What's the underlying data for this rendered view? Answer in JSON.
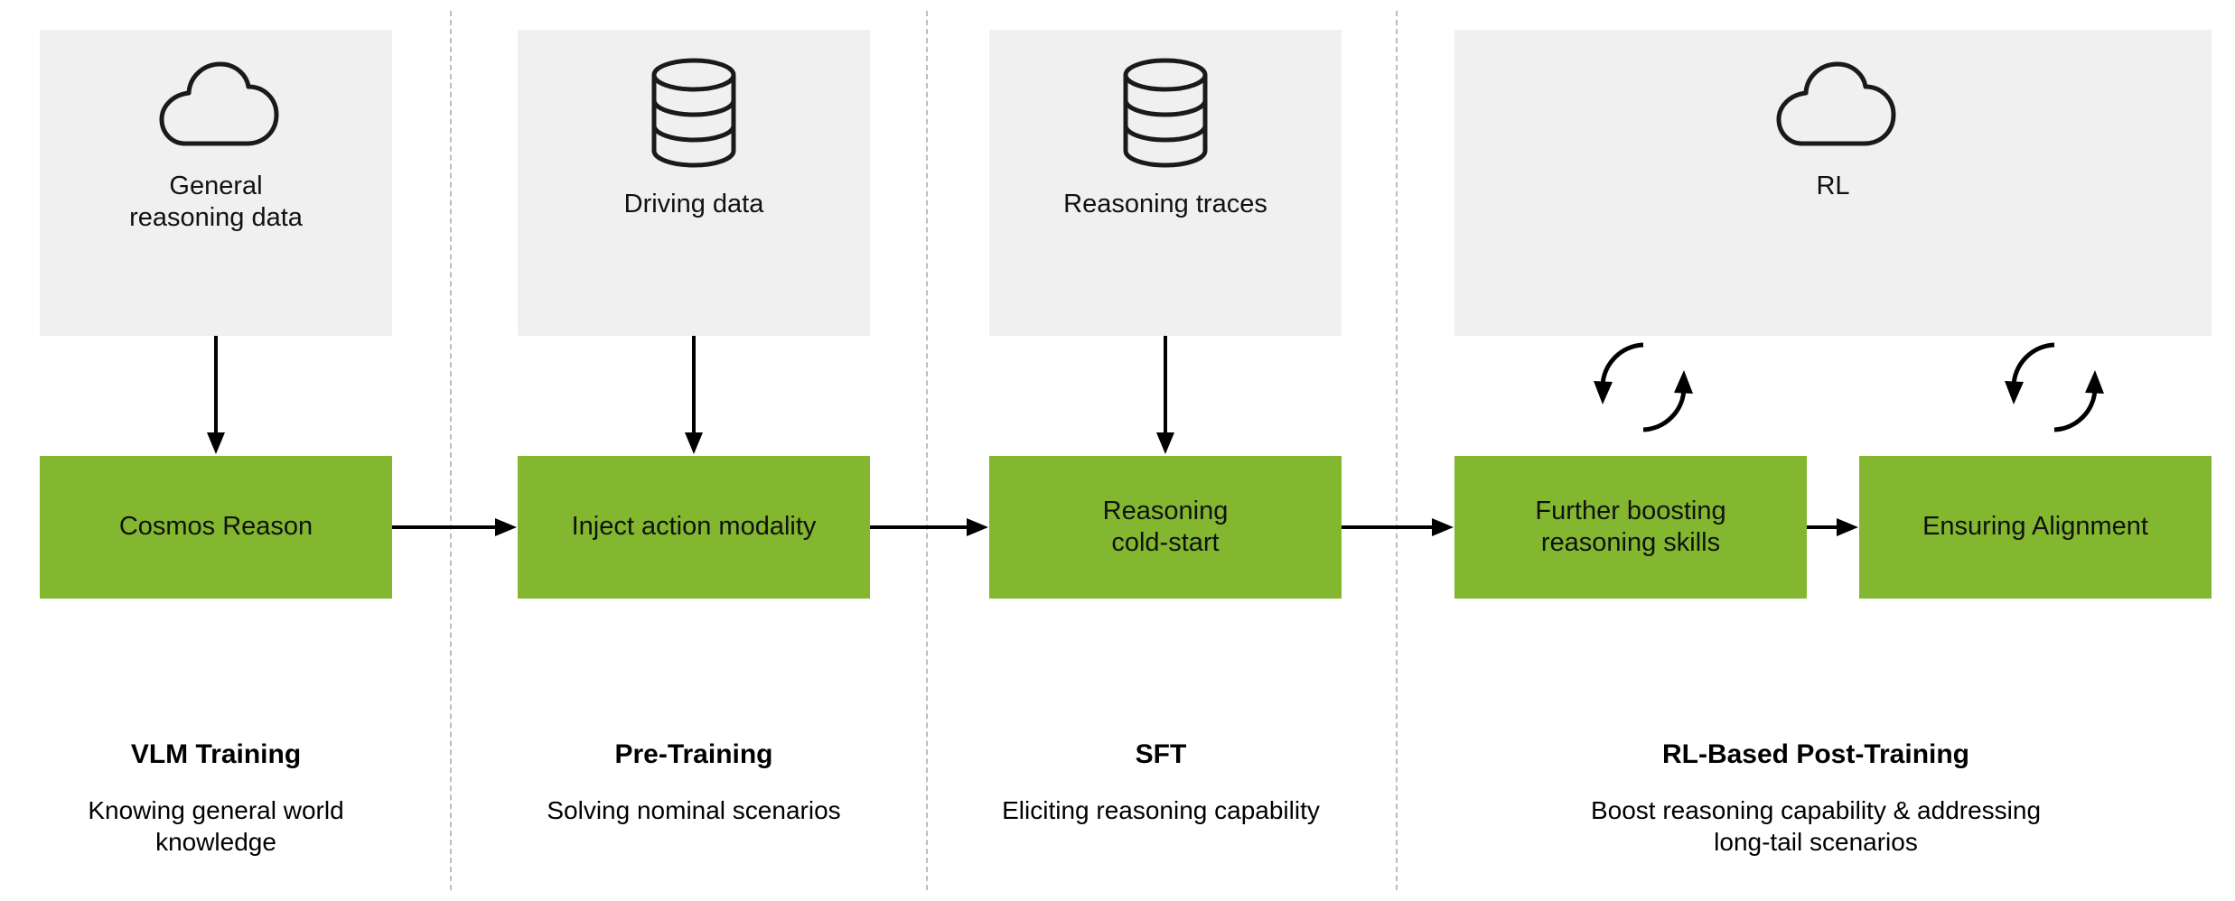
{
  "colors": {
    "source_box_bg": "#f0f0f0",
    "stage_box_bg": "#82b72f",
    "divider": "#bdbdbd",
    "text": "#111111",
    "stroke": "#1a1a1a"
  },
  "sources": [
    {
      "icon": "cloud-icon",
      "label": "General\nreasoning data"
    },
    {
      "icon": "database-icon",
      "label": "Driving data"
    },
    {
      "icon": "database-icon",
      "label": "Reasoning traces"
    },
    {
      "icon": "cloud-icon",
      "label": "RL"
    }
  ],
  "stages": [
    {
      "label": "Cosmos Reason"
    },
    {
      "label": "Inject action modality"
    },
    {
      "label": "Reasoning\ncold-start"
    },
    {
      "label": "Further boosting\nreasoning skills"
    },
    {
      "label": "Ensuring Alignment"
    }
  ],
  "cycles": [
    {
      "icon": "cycle-arrows-icon"
    },
    {
      "icon": "cycle-arrows-icon"
    }
  ],
  "phases": [
    {
      "title": "VLM Training",
      "subtitle": "Knowing general world\nknowledge"
    },
    {
      "title": "Pre-Training",
      "subtitle": "Solving nominal scenarios"
    },
    {
      "title": "SFT",
      "subtitle": "Eliciting reasoning capability"
    },
    {
      "title": "RL-Based Post-Training",
      "subtitle": "Boost reasoning capability & addressing\nlong-tail scenarios"
    }
  ]
}
